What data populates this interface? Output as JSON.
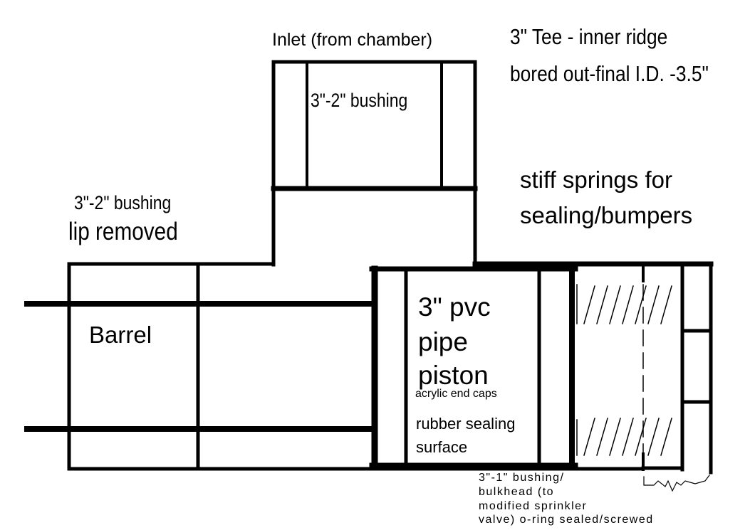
{
  "labels": {
    "inlet": "Inlet (from chamber)",
    "tee_line1": "3\" Tee -  inner ridge",
    "tee_line2": "bored out-final I.D. -3.5\"",
    "inlet_bushing": "3\"-2\" bushing",
    "springs_line1": "stiff springs for",
    "springs_line2": "sealing/bumpers",
    "barrel_bushing_line1": "3\"-2\" bushing",
    "barrel_bushing_line2": "lip removed",
    "barrel": "Barrel",
    "piston_line1": "3\" pvc",
    "piston_line2": "pipe",
    "piston_line3": "piston",
    "end_caps": "acrylic end caps",
    "sealing_line1": "rubber sealing",
    "sealing_line2": "surface",
    "bulkhead_line1": "3\"-1\" bushing/",
    "bulkhead_line2": "bulkhead (to",
    "bulkhead_line3": "modified sprinkler",
    "bulkhead_line4": "valve) o-ring sealed/screwed"
  },
  "colors": {
    "line": "#000000",
    "background": "#ffffff"
  }
}
